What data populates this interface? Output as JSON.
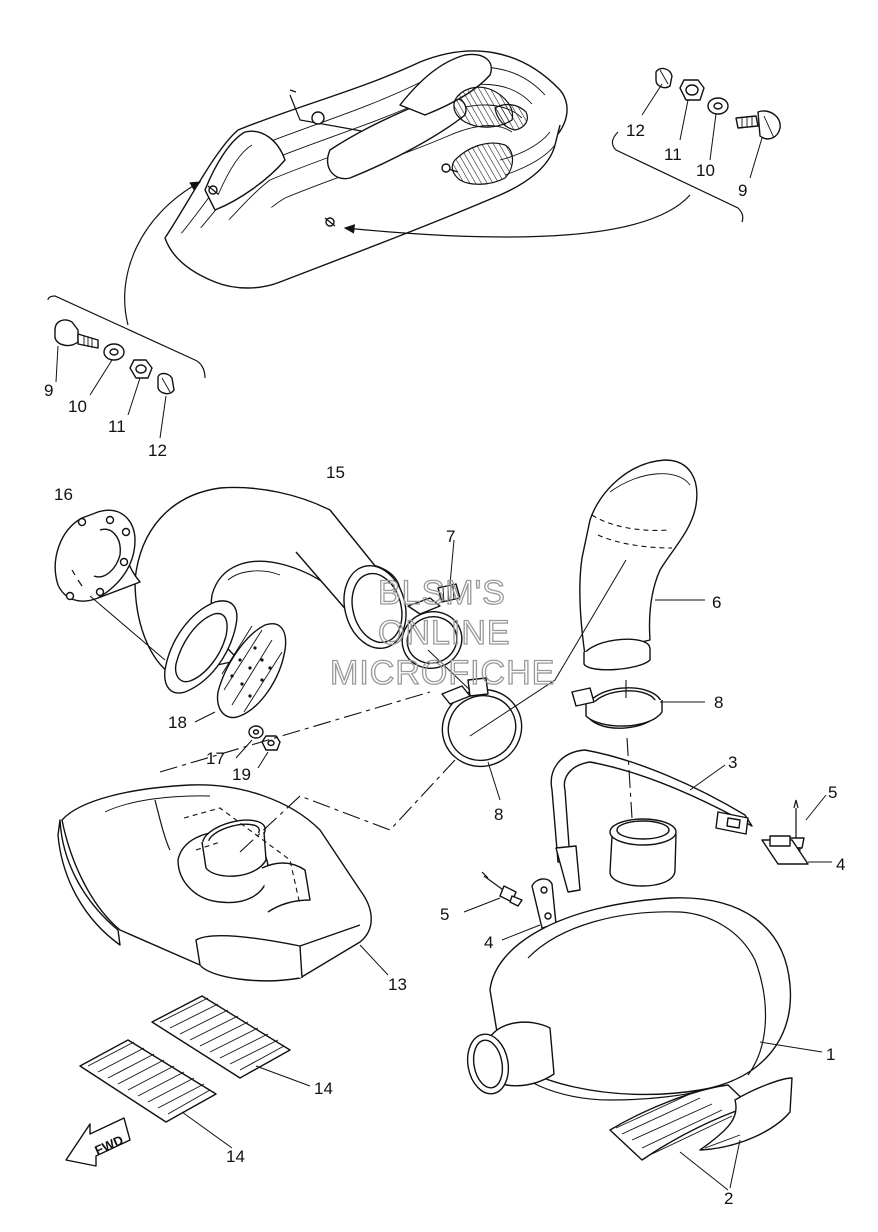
{
  "watermark": [
    "BLSM'S",
    "ONLINE",
    "MICROFICHE"
  ],
  "fwd_label": "FWD",
  "callouts": {
    "c1": "1",
    "c2": "2",
    "c3": "3",
    "c4a": "4",
    "c4b": "4",
    "c5a": "5",
    "c5b": "5",
    "c6": "6",
    "c7": "7",
    "c8a": "8",
    "c8b": "8",
    "c9a": "9",
    "c9b": "9",
    "c10a": "10",
    "c10b": "10",
    "c11a": "11",
    "c11b": "11",
    "c12a": "12",
    "c12b": "12",
    "c13": "13",
    "c14a": "14",
    "c14b": "14",
    "c15": "15",
    "c16": "16",
    "c17": "17",
    "c18": "18",
    "c19": "19"
  }
}
